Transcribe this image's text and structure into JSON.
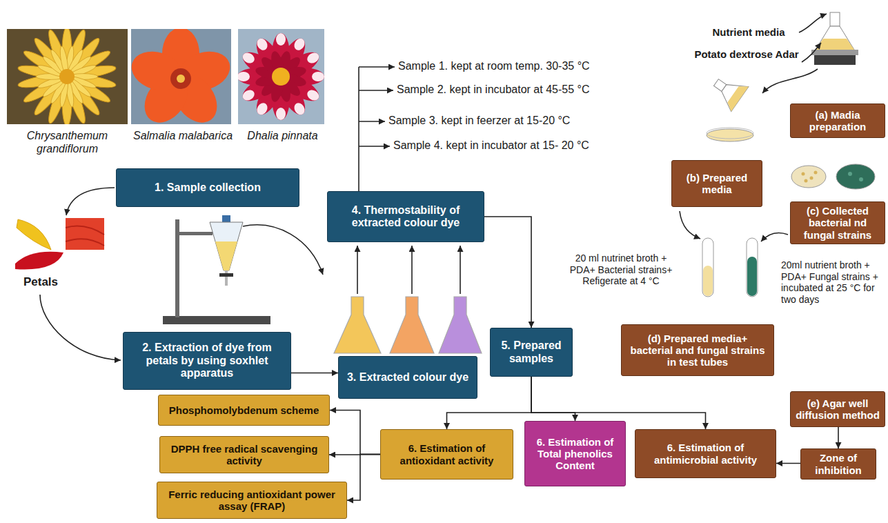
{
  "diagram": {
    "nodes": [
      {
        "text": [
          "1. Sample collection"
        ]
      },
      {
        "text": [
          "2. Extraction of dye from petals by using soxhlet apparatus"
        ]
      },
      {
        "text": [
          "3. Extracted colour dye"
        ]
      },
      {
        "text": [
          "4. Thermostability of extracted colour dye"
        ]
      },
      {
        "text": [
          "5. Prepared samples"
        ]
      },
      {
        "text": [
          "Phosphomolybdenum scheme"
        ]
      },
      {
        "text": [
          "DPPH free radical scavenging activity"
        ]
      },
      {
        "text": [
          "Ferric reducing antioxidant power assay (FRAP)"
        ]
      },
      {
        "text": [
          "6. Estimation of antioxidant activity"
        ]
      },
      {
        "text": [
          "6. Estimation of Total phenolics Content"
        ]
      },
      {
        "text": [
          "6. Estimation of antimicrobial activity"
        ]
      },
      {
        "text": [
          "(a) Madia preparation"
        ]
      },
      {
        "text": [
          "(b) Prepared media"
        ]
      },
      {
        "text": [
          "(c) Collected bacterial nd fungal strains"
        ]
      },
      {
        "text": [
          "(d) Prepared media+ bacterial and fungal strains in test tubes"
        ]
      },
      {
        "text": [
          "(e) Agar well diffusion method"
        ]
      },
      {
        "text": [
          "Zone of inhibition"
        ]
      }
    ],
    "edges": [
      {
        "from": 1,
        "to": 2,
        "arrow": "to"
      },
      {
        "from": 3,
        "to": 4,
        "arrow": "to"
      },
      {
        "from": 4,
        "to": 8,
        "arrow": "to"
      },
      {
        "from": 4,
        "to": 9,
        "arrow": "to"
      },
      {
        "from": 4,
        "to": 10,
        "arrow": "to"
      },
      {
        "from": 8,
        "to": 5,
        "arrow": "to"
      },
      {
        "from": 8,
        "to": 6,
        "arrow": "to"
      },
      {
        "from": 8,
        "to": 7,
        "arrow": "to"
      },
      {
        "from": 15,
        "to": 16,
        "arrow": "to"
      },
      {
        "from": 16,
        "to": 10,
        "arrow": "to"
      }
    ],
    "labels": [
      "Chrysanthemum grandiflorum",
      "Salmalia malabarica",
      "Dhalia pinnata",
      "Petals",
      "Sample 1. kept at room temp. 30-35 °C",
      "Sample 2. kept in incubator at 45-55 °C",
      "Sample 3. kept in feerzer at 15-20 °C",
      "Sample 4. kept in incubator at 15- 20 °C",
      "Nutrient media",
      "Potato dextrose Adar",
      "20 ml nutrinet broth + PDA+ Bacterial strains+ Refigerate at 4 °C",
      "20ml nutrient broth + PDA+ Fungal strains + incubated at 25 °C for two days"
    ]
  }
}
